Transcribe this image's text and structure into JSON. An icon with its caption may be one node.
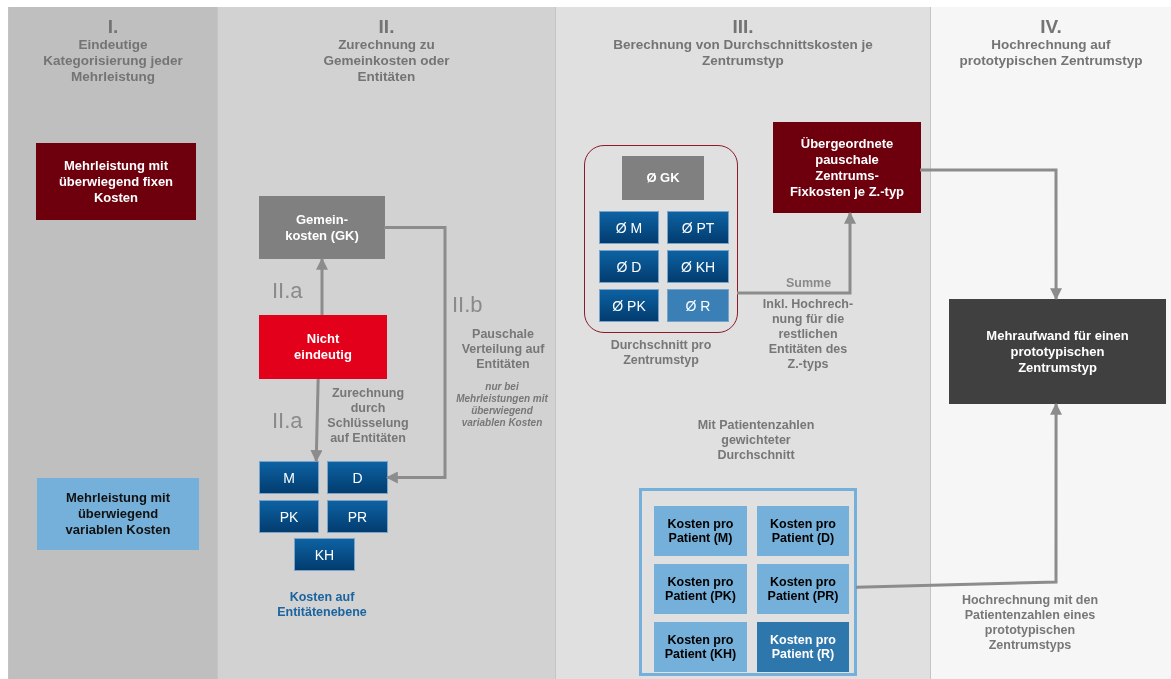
{
  "diagram": {
    "nodes": [
      {
        "text": [
          "I.",
          "Eindeutige Kategorisierung jeder Mehrleistung"
        ]
      },
      {
        "text": [
          "Mehrleistung mit überwiegend fixen Kosten"
        ],
        "in": 0
      },
      {
        "text": [
          "Mehrleistung mit überwiegend variablen Kosten"
        ],
        "in": 0
      },
      {
        "text": [
          "II.",
          "Zurechnung zu Gemeinkosten oder Entitäten"
        ]
      },
      {
        "text": [
          "Gemein- kosten (GK)"
        ],
        "in": 3
      },
      {
        "text": [
          "Nicht eindeutig"
        ],
        "in": 3
      },
      {
        "text": [
          "M"
        ],
        "in": 3
      },
      {
        "text": [
          "D"
        ],
        "in": 3
      },
      {
        "text": [
          "PK"
        ],
        "in": 3
      },
      {
        "text": [
          "PR"
        ],
        "in": 3
      },
      {
        "text": [
          "KH"
        ],
        "in": 3
      },
      {
        "text": [
          "III.",
          "Berechnung von Durchschnittskosten je Zentrumstyp"
        ]
      },
      {
        "text": [],
        "shape": "box",
        "in": 11,
        "beside": [
          "Durchschnitt pro Zentrumstyp"
        ]
      },
      {
        "text": [
          "Ø GK"
        ],
        "in": 12
      },
      {
        "text": [
          "Ø M"
        ],
        "in": 12
      },
      {
        "text": [
          "Ø PT"
        ],
        "in": 12
      },
      {
        "text": [
          "Ø D"
        ],
        "in": 12
      },
      {
        "text": [
          "Ø KH"
        ],
        "in": 12
      },
      {
        "text": [
          "Ø PK"
        ],
        "in": 12
      },
      {
        "text": [
          "Ø R"
        ],
        "in": 12
      },
      {
        "text": [
          "Übergeordnete pauschale Zentrums-Fixkosten je Z.-typ"
        ],
        "in": 11
      },
      {
        "text": [],
        "shape": "box",
        "in": 11,
        "beside": [
          "Mit Patientenzahlen gewichteter Durchschnitt"
        ]
      },
      {
        "text": [
          "Kosten pro Patient (M)"
        ],
        "in": 21
      },
      {
        "text": [
          "Kosten pro Patient (D)"
        ],
        "in": 21
      },
      {
        "text": [
          "Kosten pro Patient (PK)"
        ],
        "in": 21
      },
      {
        "text": [
          "Kosten pro Patient (PR)"
        ],
        "in": 21
      },
      {
        "text": [
          "Kosten pro Patient (KH)"
        ],
        "in": 21
      },
      {
        "text": [
          "Kosten pro Patient (R)"
        ],
        "in": 21
      },
      {
        "text": [
          "IV.",
          "Hochrechnung auf prototypischen Zentrumstyp"
        ]
      },
      {
        "text": [
          "Mehraufwand für einen prototypischen Zentrumstyp"
        ],
        "in": 28
      }
    ],
    "edges": [
      {
        "from": 5,
        "to": 4,
        "arrow": "to",
        "label": "II.a"
      },
      {
        "from": 5,
        "to": 6,
        "arrow": "to",
        "label": "II.a"
      },
      {
        "from": 4,
        "to": 7,
        "arrow": "to",
        "label": "II.b"
      },
      {
        "from": 12,
        "to": 20,
        "arrow": "to",
        "label": "Summe"
      },
      {
        "from": 20,
        "to": 29,
        "arrow": "to"
      },
      {
        "from": 21,
        "to": 29,
        "arrow": "to"
      }
    ],
    "labels": [
      "Pauschale Verteilung auf Entitäten",
      "nur bei Mehrleistungen mit überwiegend variablen Kosten",
      "Zurechnung durch Schlüsselung auf Entitäten",
      "Kosten auf Entitätenebene",
      "Inkl. Hochrech- nung für die restlichen Entitäten des Z.-typs",
      "Hochrechnung mit den Patientenzahlen eines prototypischen Zentrumstyps"
    ]
  }
}
